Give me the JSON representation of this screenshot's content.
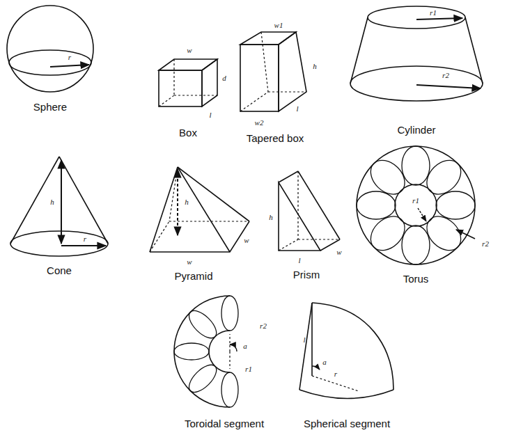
{
  "diagram": {
    "labels": [
      "r",
      "Sphere",
      "w",
      "d",
      "l",
      "Box",
      "w1",
      "h",
      "l",
      "w2",
      "Tapered box",
      "r1",
      "r2",
      "Cylinder",
      "h",
      "r",
      "Cone",
      "h",
      "w",
      "w",
      "Pyramid",
      "h",
      "l",
      "w",
      "Prism",
      "r1",
      "r2",
      "Torus",
      "r2",
      "a",
      "r1",
      "Toroidal segment",
      "l",
      "a",
      "r",
      "Spherical segment"
    ]
  }
}
